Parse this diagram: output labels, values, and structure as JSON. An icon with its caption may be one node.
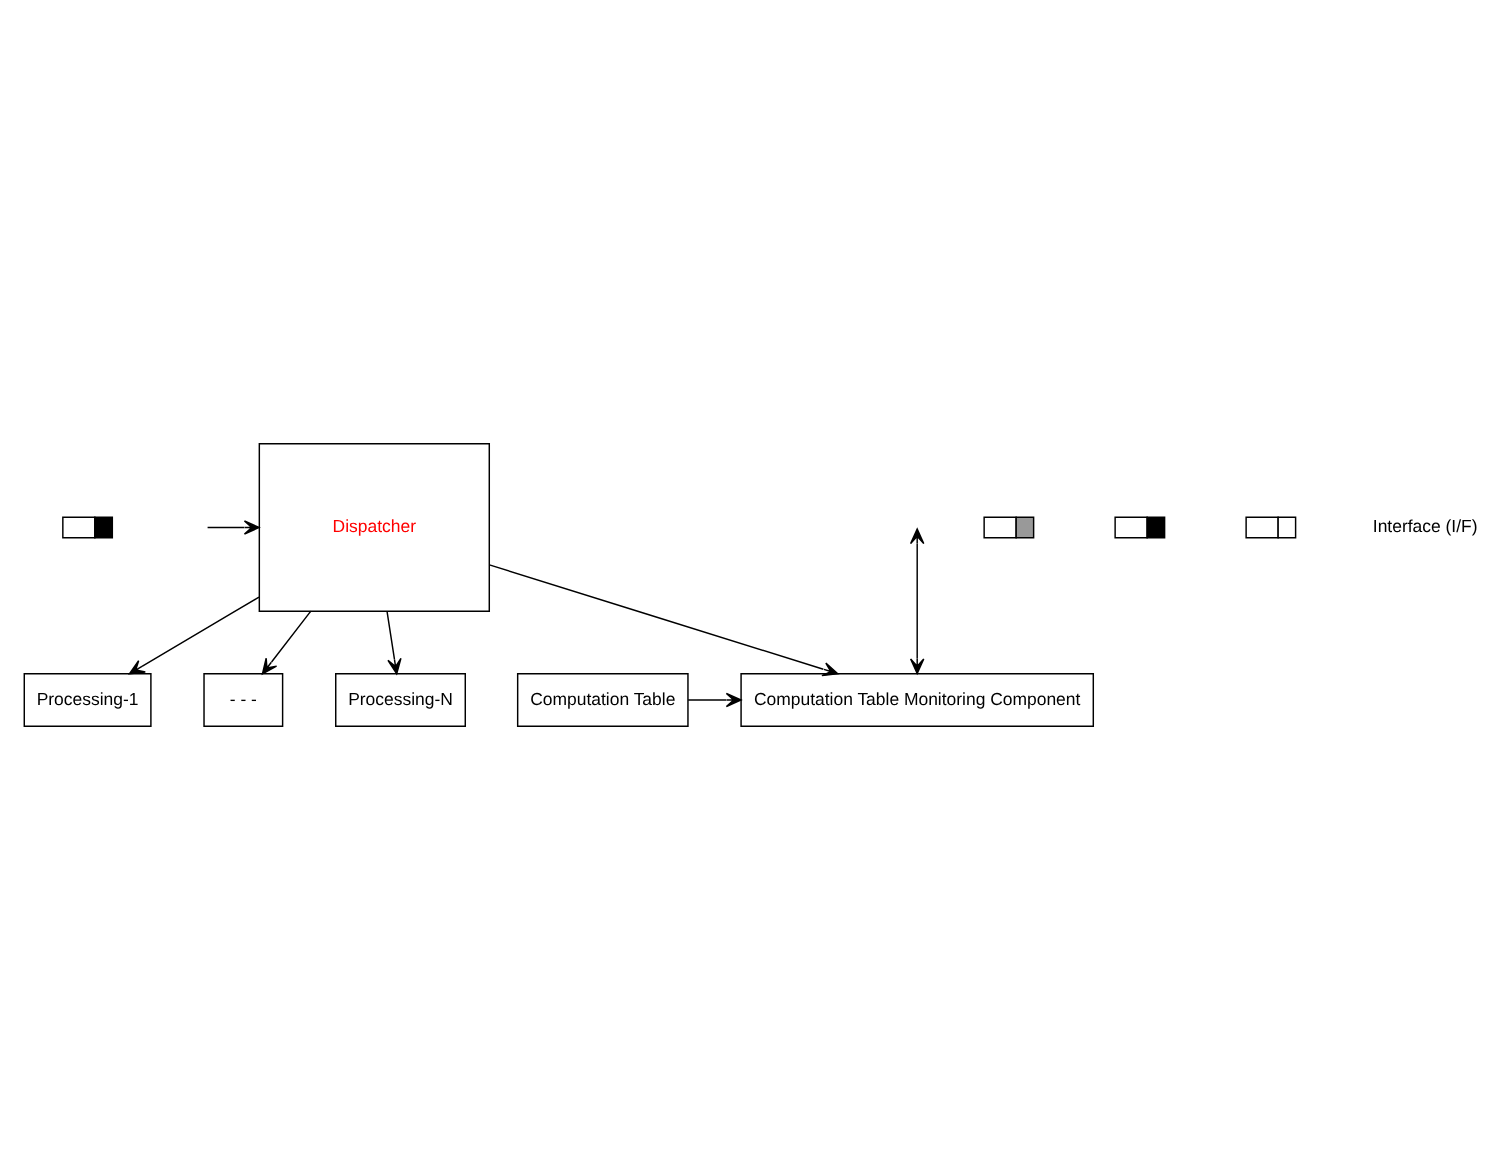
{
  "diagram": {
    "nodes": [
      {
        "text": [
          "Computation Table Monitoring Component"
        ]
      },
      {
        "text": [
          "Computation Table"
        ]
      },
      {
        "text": [
          "Dispatcher"
        ]
      },
      {
        "text": [
          "Processing-1"
        ]
      },
      {
        "text": [
          "- - -"
        ]
      },
      {
        "text": [
          "Processing-N"
        ]
      },
      {
        "text": [],
        "shape": "box"
      },
      {
        "text": [],
        "shape": "box"
      },
      {
        "text": [],
        "shape": "box"
      },
      {
        "text": [],
        "shape": "box"
      }
    ],
    "edges": [
      {
        "from": null,
        "to": 0,
        "arrow": "both"
      },
      {
        "from": 1,
        "to": 0,
        "arrow": "to"
      },
      {
        "from": 2,
        "to": 0,
        "arrow": "to"
      },
      {
        "from": null,
        "to": 2,
        "arrow": "to"
      },
      {
        "from": 2,
        "to": 3,
        "arrow": "to"
      },
      {
        "from": 2,
        "to": 4,
        "arrow": "to"
      },
      {
        "from": 2,
        "to": 5,
        "arrow": "to"
      }
    ],
    "labels": [
      "Interface (I/F)"
    ]
  }
}
